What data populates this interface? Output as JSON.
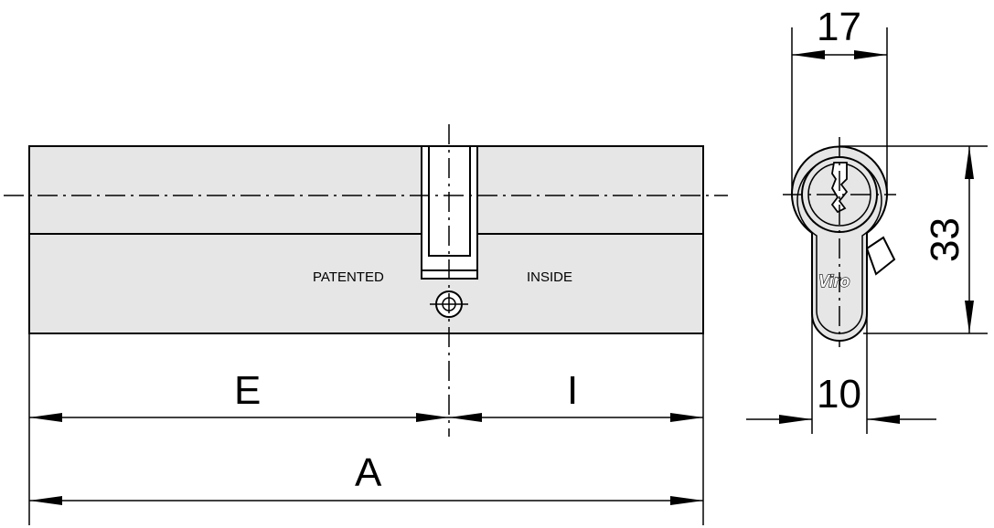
{
  "front_view": {
    "label_left": "PATENTED",
    "label_right": "INSIDE",
    "dimensions": {
      "e": "E",
      "i": "I",
      "a": "A"
    }
  },
  "side_view": {
    "brand_mark": "Viro",
    "dimensions": {
      "width_top": "17",
      "height": "33",
      "width_bottom": "10"
    }
  },
  "colors": {
    "body_fill": "#e6e6e6",
    "line": "#000000",
    "background": "#ffffff"
  }
}
